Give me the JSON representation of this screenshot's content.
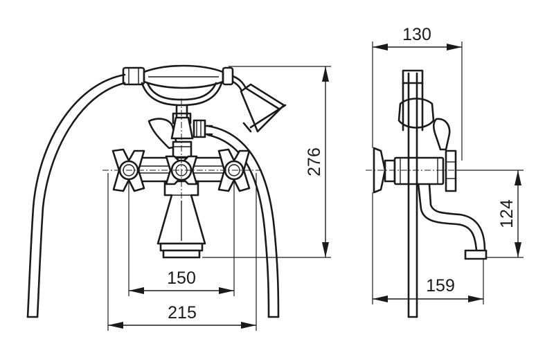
{
  "dimensions": {
    "total_height": "276",
    "depth": "130",
    "spout_height": "124",
    "handle_spacing": "150",
    "overall_width": "215",
    "spout_reach": "159"
  }
}
